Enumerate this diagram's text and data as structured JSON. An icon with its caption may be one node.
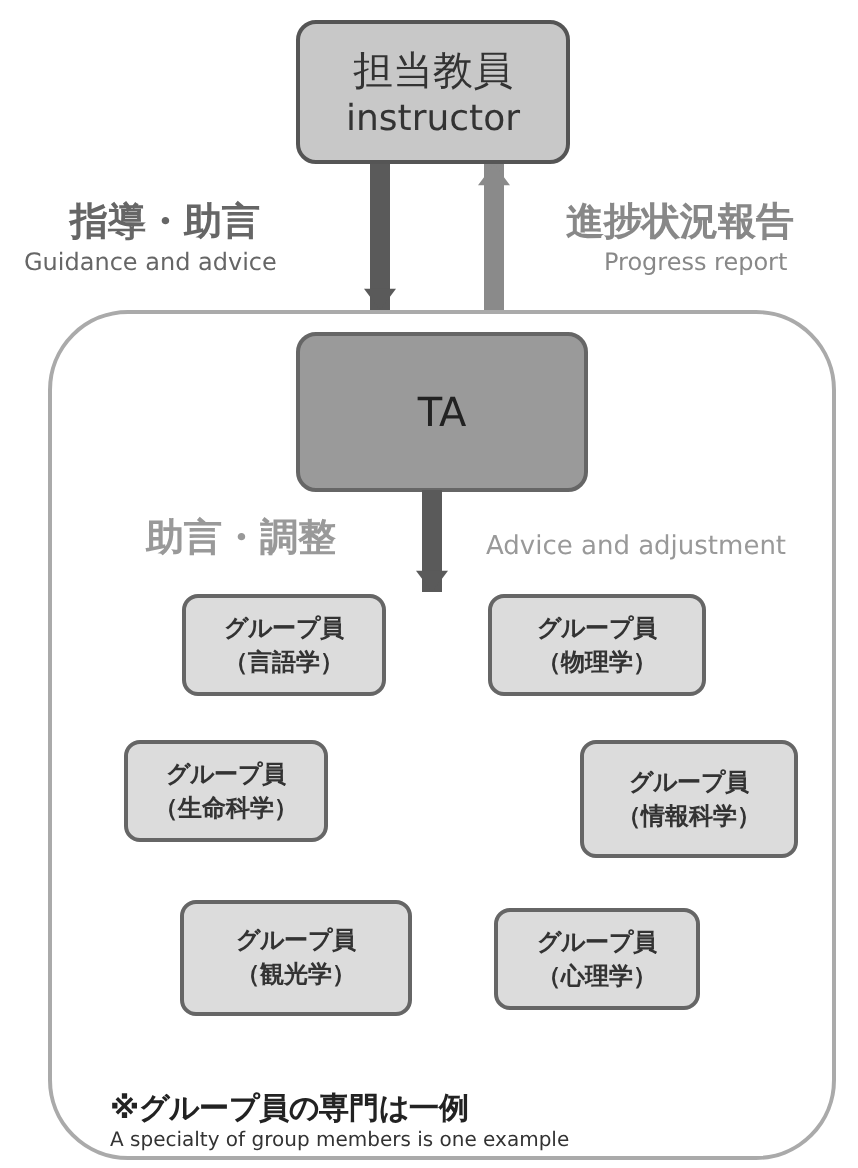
{
  "diagram": {
    "nodes": [
      {
        "text": [
          "担当教員",
          "instructor"
        ]
      },
      {
        "text": [],
        "shape": "box"
      },
      {
        "text": [
          "TA"
        ],
        "in": 1
      },
      {
        "text": [
          "グループ員",
          "（言語学）"
        ],
        "in": 1
      },
      {
        "text": [
          "グループ員",
          "（物理学）"
        ],
        "in": 1
      },
      {
        "text": [
          "グループ員",
          "（生命科学）"
        ],
        "in": 1
      },
      {
        "text": [
          "グループ員",
          "（情報科学）"
        ],
        "in": 1
      },
      {
        "text": [
          "グループ員",
          "（観光学）"
        ],
        "in": 1
      },
      {
        "text": [
          "グループ員",
          "（心理学）"
        ],
        "in": 1
      }
    ],
    "edges": [
      {
        "from": 0,
        "to": 1,
        "arrow": "to",
        "label": "指導・助言"
      },
      {
        "from": 1,
        "to": 0,
        "arrow": "to",
        "label": "進捗状況報告",
        "color": "#8a8a8a"
      },
      {
        "from": 2,
        "to": 3,
        "arrow": "to",
        "label": "助言・調整"
      }
    ],
    "labels": [
      "Guidance and advice",
      "Progress report",
      "Advice and adjustment",
      "※グループ員の専門は一例",
      "A specialty of group members is one example"
    ]
  }
}
